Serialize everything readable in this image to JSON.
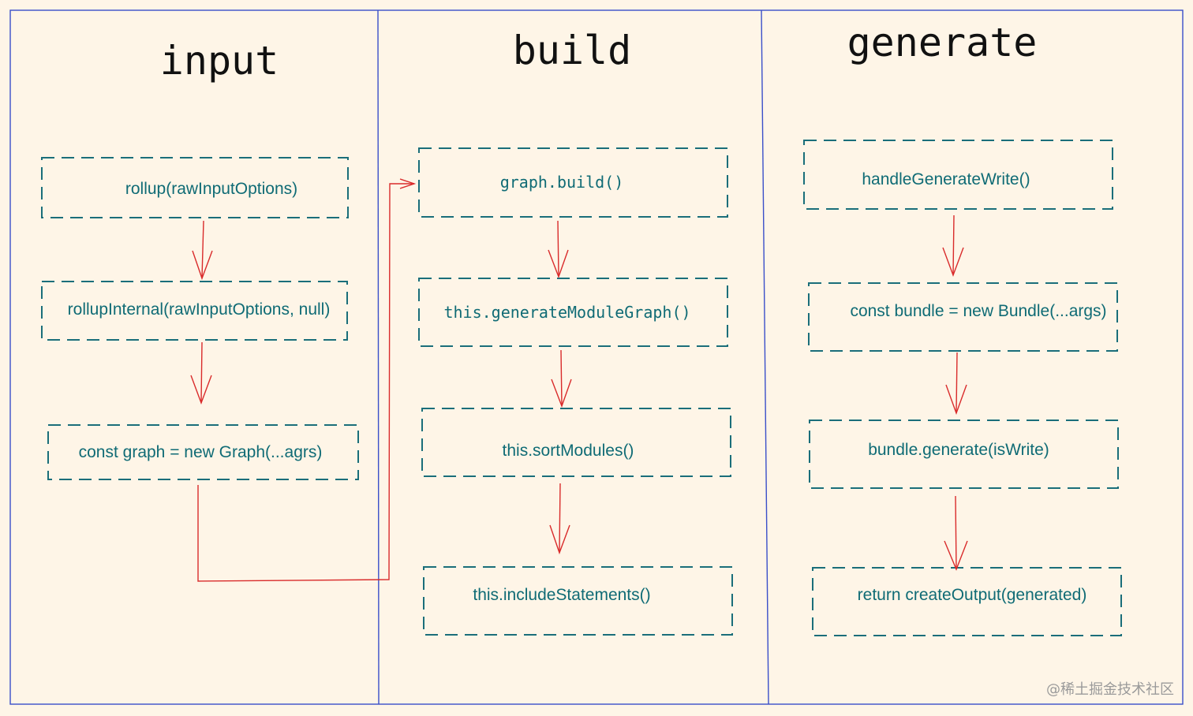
{
  "columns": {
    "input": {
      "title": "input",
      "steps": [
        "rollup(rawInputOptions)",
        "rollupInternal(rawInputOptions, null)",
        "const graph = new Graph(...agrs)"
      ]
    },
    "build": {
      "title": "build",
      "steps": [
        "graph.build()",
        "this.generateModuleGraph()",
        "this.sortModules()",
        "this.includeStatements()"
      ]
    },
    "generate": {
      "title": "generate",
      "steps": [
        "handleGenerateWrite()",
        "const bundle = new Bundle(...args)",
        "bundle.generate(isWrite)",
        "return createOutput(generated)"
      ]
    }
  },
  "watermark": "@稀土掘金技术社区",
  "colors": {
    "background": "#fef5e7",
    "box_stroke": "#1a6e7a",
    "label_text": "#0f6b75",
    "divider": "#3a4fc9",
    "arrow": "#d92b2b"
  }
}
